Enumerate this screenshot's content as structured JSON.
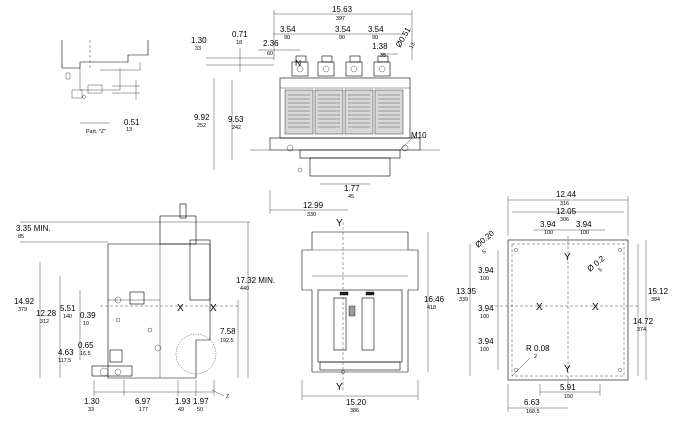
{
  "front_view": {
    "width_in": "15.63",
    "width_mm": "397",
    "pitch1_in": "3.54",
    "pitch1_mm": "90",
    "pitch2_in": "3.54",
    "pitch2_mm": "90",
    "pitch3_in": "3.54",
    "pitch3_mm": "90",
    "offset_in": "2.36",
    "offset_mm": "60",
    "term_in": "1.38",
    "term_mm": "35",
    "hole_in": "Ø0.51",
    "hole_mm": "13",
    "top1_in": "1.30",
    "top1_mm": "33",
    "top2_in": "0.71",
    "top2_mm": "18",
    "h1_in": "9.92",
    "h1_mm": "252",
    "h2_in": "9.53",
    "h2_mm": "242",
    "bolt": "M10",
    "bot_in": "1.77",
    "bot_mm": "45",
    "depth_in": "12.99",
    "depth_mm": "330",
    "neutral": "N"
  },
  "detail_z": {
    "caption": "Part. \"Z\"",
    "dim_in": "0.51",
    "dim_mm": "13"
  },
  "side_view": {
    "clear_in": "3.35 MIN.",
    "clear_mm": "85",
    "height_in": "14.92",
    "height_mm": "379",
    "h2_in": "12.28",
    "h2_mm": "312",
    "h3_in": "5.51",
    "h3_mm": "140",
    "h4_in": "0.39",
    "h4_mm": "10",
    "h5_in": "0.65",
    "h5_mm": "16.5",
    "h6_in": "4.63",
    "h6_mm": "117.5",
    "tall_in": "17.32 MIN.",
    "tall_mm": "440",
    "cx_in": "7.58",
    "cx_mm": "192.5",
    "b1_in": "1.30",
    "b1_mm": "33",
    "b2_in": "6.97",
    "b2_mm": "177",
    "b3_in": "1.93",
    "b3_mm": "49",
    "b4_in": "1.97",
    "b4_mm": "50",
    "z_mark": "Z",
    "x_mark_left": "X",
    "x_mark_right": "X"
  },
  "center_view": {
    "y_top": "Y",
    "y_bot": "Y",
    "h_in": "16.46",
    "h_mm": "418",
    "w_in": "15.20",
    "w_mm": "386"
  },
  "cutout_view": {
    "w1_in": "12.44",
    "w1_mm": "316",
    "w2_in": "12.05",
    "w2_mm": "306",
    "p1_in": "3.94",
    "p1_mm": "100",
    "p2_in": "3.94",
    "p2_mm": "100",
    "hole1_in": "Ø0.20",
    "hole1_mm": "5",
    "hole2_in": "Ø 0.2",
    "hole2_mm": "5",
    "v1_in": "3.94",
    "v1_mm": "100",
    "v2_in": "3.94",
    "v2_mm": "100",
    "v3_in": "3.94",
    "v3_mm": "100",
    "h_in": "13.35",
    "h_mm": "339",
    "h2_in": "15.12",
    "h2_mm": "384",
    "h3_in": "14.72",
    "h3_mm": "374",
    "r_in": "R 0.08",
    "r_mm": "2",
    "b1_in": "5.91",
    "b1_mm": "150",
    "b2_in": "6.63",
    "b2_mm": "168.5",
    "x_left": "X",
    "x_right": "X",
    "y_top": "Y",
    "y_bot": "Y"
  }
}
